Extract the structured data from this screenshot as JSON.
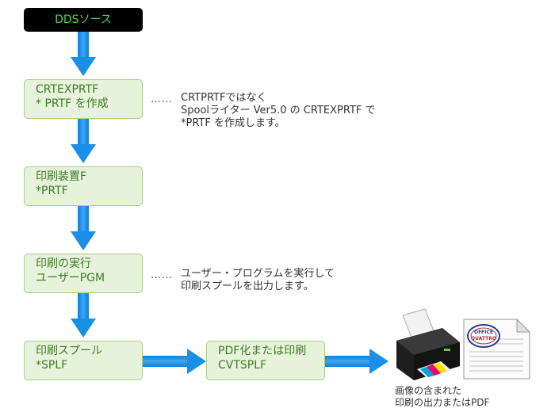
{
  "source": {
    "label": "DDSソース"
  },
  "boxes": [
    {
      "line1": "CRTEXPRTF",
      "line2": "* PRTF を作成"
    },
    {
      "line1": "印刷装置F",
      "line2": "*PRTF"
    },
    {
      "line1": "印刷の実行",
      "line2": "ユーザーPGM"
    },
    {
      "line1": "印刷スプール",
      "line2": "*SPLF"
    },
    {
      "line1": "PDF化または印刷",
      "line2": "CVTSPLF"
    }
  ],
  "notes": [
    {
      "dots": "……",
      "lines": [
        "CRTPRTFではなく",
        "Spoolライター Ver5.0 の CRTEXPRTF で",
        "*PRTF を作成します。"
      ]
    },
    {
      "dots": "……",
      "lines": [
        "ユーザー・プログラムを実行して",
        "印刷スプールを出力します。"
      ]
    }
  ],
  "output": {
    "caption_line1": "画像の含まれた",
    "caption_line2": "印刷の出力またはPDF",
    "stamp_line1": "OFFICE",
    "stamp_line2": "QUATTRO"
  },
  "colors": {
    "arrow": "#1a8fe8",
    "box_fill": "#e6f2d9",
    "box_border": "#a9cf8a",
    "box_text": "#3f7a2a",
    "source_text": "#4cd94c"
  }
}
